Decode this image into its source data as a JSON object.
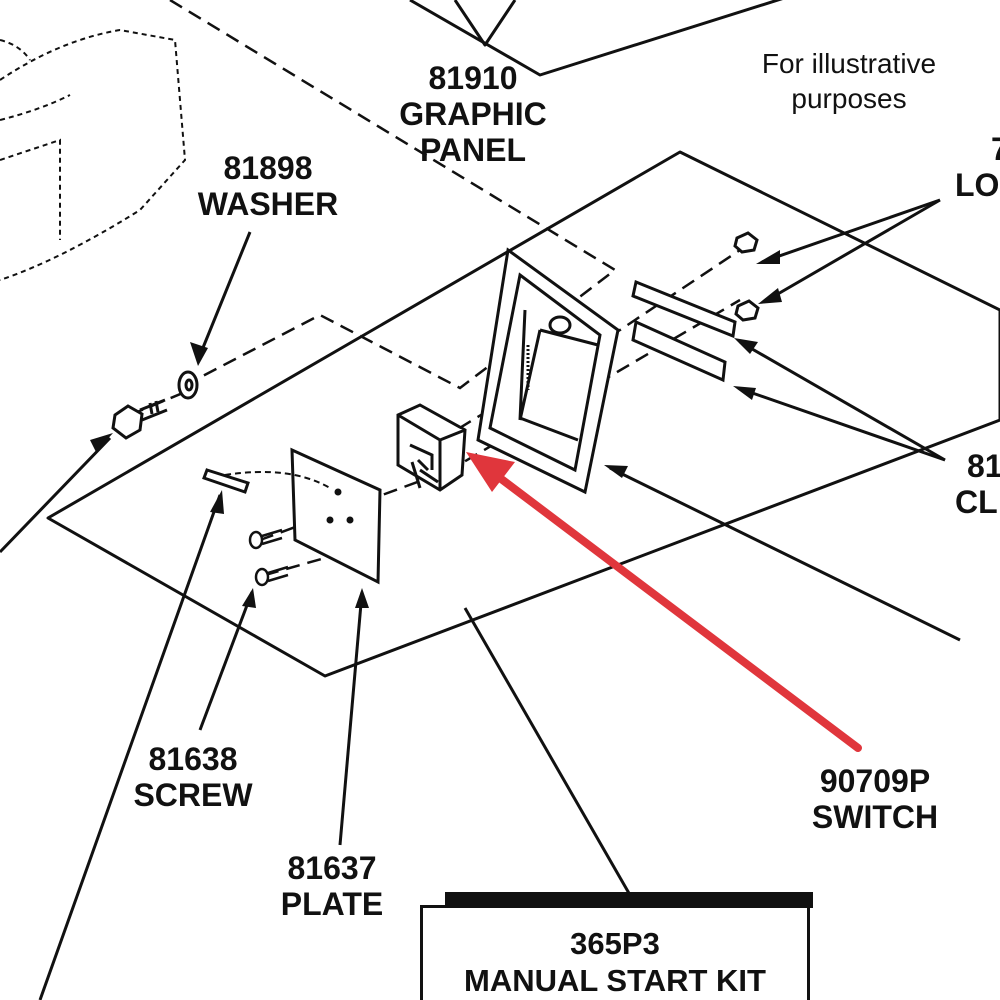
{
  "diagram": {
    "note": {
      "line1": "For illustrative",
      "line2": "purposes"
    },
    "colors": {
      "ink": "#111111",
      "highlight": "#e0363c",
      "paper": "#ffffff"
    },
    "parts": {
      "graphic_panel": {
        "number": "81910",
        "name1": "GRAPHIC",
        "name2": "PANEL"
      },
      "washer": {
        "number": "81898",
        "name": "WASHER"
      },
      "screw": {
        "number": "81638",
        "name": "SCREW"
      },
      "plate": {
        "number": "81637",
        "name": "PLATE"
      },
      "switch": {
        "number": "90709P",
        "name": "SWITCH"
      },
      "lock_partial": {
        "number": "7",
        "name": "LO"
      },
      "clip_partial": {
        "number": "81",
        "name": "CL"
      }
    },
    "kit": {
      "number": "365P3",
      "name": "MANUAL START KIT"
    }
  }
}
